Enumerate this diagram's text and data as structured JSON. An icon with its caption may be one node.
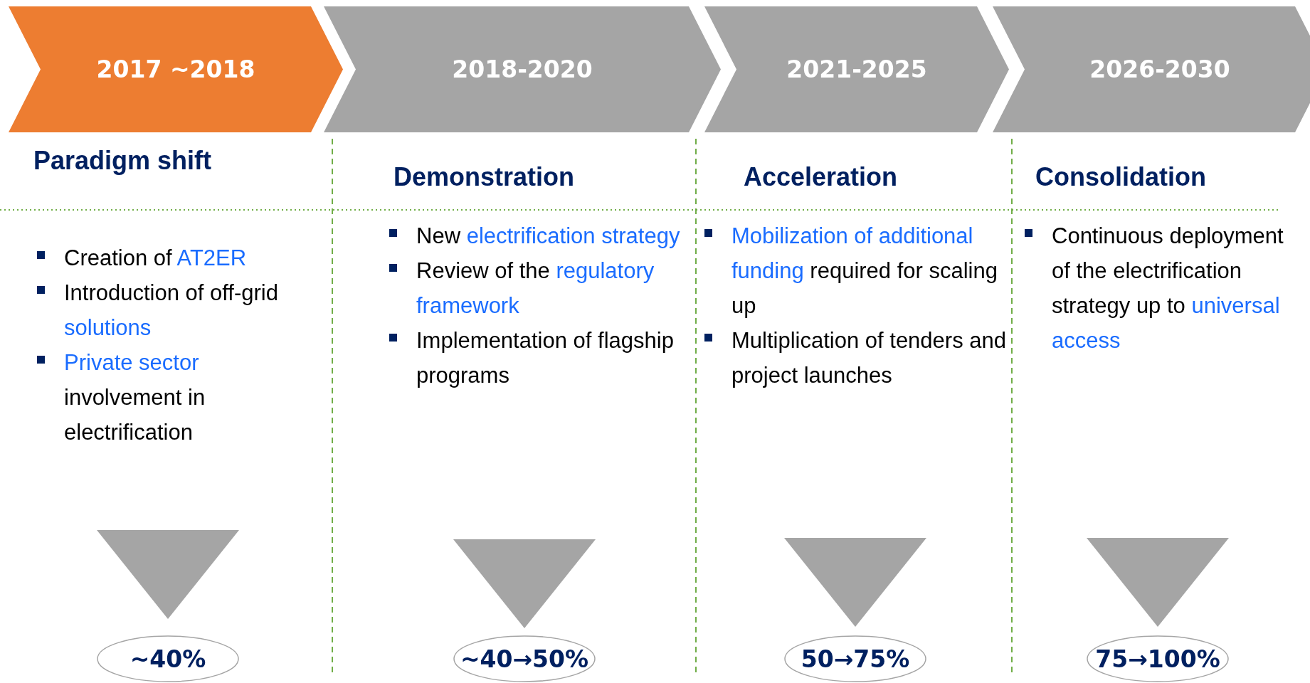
{
  "diagram": {
    "nodes": [
      {
        "text": [
          "2017 ~2018"
        ]
      },
      {
        "text": [
          "2018-2020"
        ]
      },
      {
        "text": [
          "2021-2025"
        ]
      },
      {
        "text": [
          "2026-2030"
        ]
      },
      {
        "text": [
          "~40%"
        ]
      },
      {
        "text": [
          "~40→50%"
        ]
      },
      {
        "text": [
          "50→75%"
        ]
      },
      {
        "text": [
          "75→100%"
        ]
      }
    ],
    "labels": [
      "Paradigm shift",
      "Creation of *AT2ER*",
      "Introduction of off-grid *solutions*",
      "*Private sector* involvement in electrification",
      "Demonstration",
      "New *electrification strategy*",
      "Review of the *regulatory framework*",
      "Implementation of flagship programs",
      "Acceleration",
      "*Mobilization of additional funding* required for scaling up",
      "Multiplication of tenders and project launches",
      "Consolidation",
      "Continuous deployment of the electrification strategy up to *universal access*"
    ]
  }
}
